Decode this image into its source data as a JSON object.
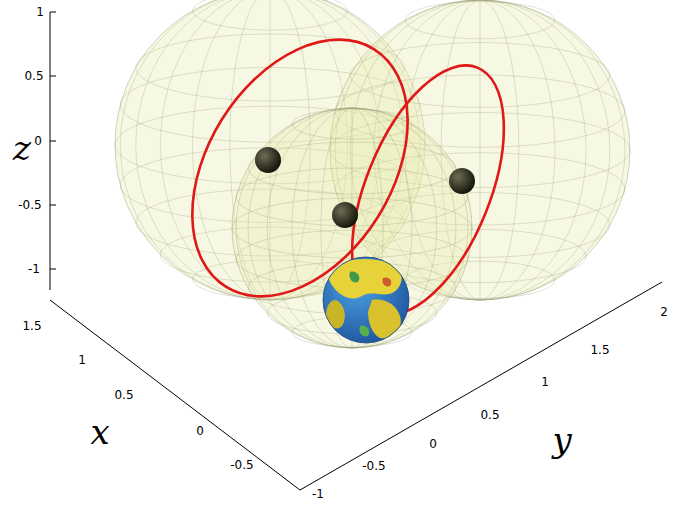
{
  "diagram": {
    "labels": [
      "1",
      "0.5",
      "0",
      "-0.5",
      "-1",
      "z",
      "1.5",
      "1",
      "0.5",
      "0",
      "-0.5",
      "x",
      "-1",
      "-0.5",
      "0",
      "0.5",
      "1",
      "1.5",
      "2",
      "y"
    ]
  }
}
